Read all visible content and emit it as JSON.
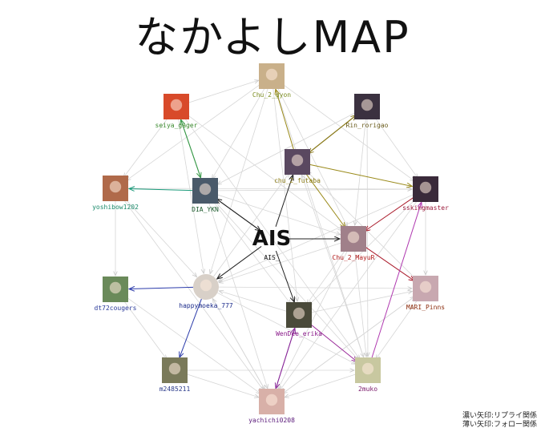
{
  "title": "なかよしMAP",
  "legend": {
    "line1": "濃い矢印:リプライ関係",
    "line2": "薄い矢印:フォロー関係"
  },
  "nodes": [
    {
      "id": "chu2gyon",
      "label": "Chu_2_gyon",
      "color": "#7a8c1e",
      "avatar_color": "#c9b08a"
    },
    {
      "id": "seiya",
      "label": "seiya_gager",
      "color": "#3a8a2e",
      "avatar_color": "#d84a2a"
    },
    {
      "id": "rin",
      "label": "Rin_rorigao",
      "color": "#6a5c1c",
      "avatar_color": "#3b3140"
    },
    {
      "id": "futaba",
      "label": "chu_2_futaba",
      "color": "#8a7a12",
      "avatar_color": "#5a4860"
    },
    {
      "id": "yoshibow",
      "label": "yoshibow1202",
      "color": "#1a8a6a",
      "avatar_color": "#b06a4a"
    },
    {
      "id": "diaykn",
      "label": "DIA_YKN",
      "color": "#1c5a2c",
      "avatar_color": "#4a5a6a"
    },
    {
      "id": "sskings",
      "label": "sskingmaster",
      "color": "#9a1a3a",
      "avatar_color": "#3a2a3a"
    },
    {
      "id": "ais",
      "label": "AIS_",
      "color": "#111111",
      "avatar_color": "#ffffff"
    },
    {
      "id": "mayur",
      "label": "Chu_2_MayuR",
      "color": "#b01818",
      "avatar_color": "#a0808a"
    },
    {
      "id": "dt72",
      "label": "dt72cougers",
      "color": "#2a3a9a",
      "avatar_color": "#6a8a5a"
    },
    {
      "id": "happy",
      "label": "happymoeka_777",
      "color": "#1a2a8a",
      "avatar_color": "#d8d0c8"
    },
    {
      "id": "wendee",
      "label": "WenDee_erika",
      "color": "#8a1a8a",
      "avatar_color": "#4a4a3a"
    },
    {
      "id": "mari",
      "label": "MARI_Pinns",
      "color": "#8a2a0a",
      "avatar_color": "#c8a8b0"
    },
    {
      "id": "m2485",
      "label": "m2485211",
      "color": "#2a3a8a",
      "avatar_color": "#7a7a5a"
    },
    {
      "id": "2muko",
      "label": "2muko",
      "color": "#7a1a6a",
      "avatar_color": "#c8c8a0"
    },
    {
      "id": "yachichi",
      "label": "yachichi0208",
      "color": "#5a1a7a",
      "avatar_color": "#d8b0a8"
    }
  ],
  "reply_edges": [
    {
      "from": "seiya",
      "to": "diaykn",
      "color": "#3a9a4a"
    },
    {
      "from": "diaykn",
      "to": "seiya",
      "color": "#3a9a4a"
    },
    {
      "from": "diaykn",
      "to": "yoshibow",
      "color": "#1a9a7a"
    },
    {
      "from": "futaba",
      "to": "chu2gyon",
      "color": "#9a8a1a"
    },
    {
      "from": "futaba",
      "to": "rin",
      "color": "#8a7a1a"
    },
    {
      "from": "rin",
      "to": "futaba",
      "color": "#8a7a1a"
    },
    {
      "from": "futaba",
      "to": "sskings",
      "color": "#9a8a1a"
    },
    {
      "from": "futaba",
      "to": "mayur",
      "color": "#9a8a1a"
    },
    {
      "from": "ais",
      "to": "diaykn",
      "color": "#222222"
    },
    {
      "from": "ais",
      "to": "futaba",
      "color": "#222222"
    },
    {
      "from": "ais",
      "to": "mayur",
      "color": "#222222"
    },
    {
      "from": "ais",
      "to": "happy",
      "color": "#222222"
    },
    {
      "from": "ais",
      "to": "wendee",
      "color": "#222222"
    },
    {
      "from": "diaykn",
      "to": "ais",
      "color": "#222222"
    },
    {
      "from": "sskings",
      "to": "mayur",
      "color": "#aa1a2a"
    },
    {
      "from": "mayur",
      "to": "mari",
      "color": "#aa1a2a"
    },
    {
      "from": "happy",
      "to": "dt72",
      "color": "#2a3aaa"
    },
    {
      "from": "happy",
      "to": "m2485",
      "color": "#2a3aaa"
    },
    {
      "from": "wendee",
      "to": "2muko",
      "color": "#9a2a9a"
    },
    {
      "from": "wendee",
      "to": "yachichi",
      "color": "#8a2a9a"
    },
    {
      "from": "2muko",
      "to": "sskings",
      "color": "#b03ab0"
    },
    {
      "from": "yachichi",
      "to": "wendee",
      "color": "#8a2a9a"
    }
  ],
  "follow_edges": [
    [
      "seiya",
      "chu2gyon"
    ],
    [
      "seiya",
      "yoshibow"
    ],
    [
      "seiya",
      "happy"
    ],
    [
      "seiya",
      "mayur"
    ],
    [
      "seiya",
      "2muko"
    ],
    [
      "rin",
      "diaykn"
    ],
    [
      "rin",
      "sskings"
    ],
    [
      "rin",
      "2muko"
    ],
    [
      "rin",
      "mayur"
    ],
    [
      "chu2gyon",
      "mayur"
    ],
    [
      "chu2gyon",
      "sskings"
    ],
    [
      "chu2gyon",
      "wendee"
    ],
    [
      "chu2gyon",
      "happy"
    ],
    [
      "chu2gyon",
      "diaykn"
    ],
    [
      "chu2gyon",
      "yoshibow"
    ],
    [
      "chu2gyon",
      "2muko"
    ],
    [
      "yoshibow",
      "happy"
    ],
    [
      "yoshibow",
      "yachichi"
    ],
    [
      "yoshibow",
      "dt72"
    ],
    [
      "yoshibow",
      "sskings"
    ],
    [
      "diaykn",
      "mayur"
    ],
    [
      "diaykn",
      "sskings"
    ],
    [
      "diaykn",
      "yachichi"
    ],
    [
      "diaykn",
      "2muko"
    ],
    [
      "diaykn",
      "wendee"
    ],
    [
      "sskings",
      "mari"
    ],
    [
      "sskings",
      "wendee"
    ],
    [
      "sskings",
      "yachichi"
    ],
    [
      "sskings",
      "happy"
    ],
    [
      "mayur",
      "happy"
    ],
    [
      "mayur",
      "2muko"
    ],
    [
      "mayur",
      "yachichi"
    ],
    [
      "mayur",
      "wendee"
    ],
    [
      "happy",
      "yachichi"
    ],
    [
      "happy",
      "2muko"
    ],
    [
      "happy",
      "mari"
    ],
    [
      "happy",
      "futaba"
    ],
    [
      "wendee",
      "mari"
    ],
    [
      "wendee",
      "happy"
    ],
    [
      "mari",
      "2muko"
    ],
    [
      "mari",
      "yachichi"
    ],
    [
      "mari",
      "futaba"
    ],
    [
      "dt72",
      "m2485"
    ],
    [
      "dt72",
      "yachichi"
    ],
    [
      "m2485",
      "yachichi"
    ],
    [
      "m2485",
      "2muko"
    ],
    [
      "2muko",
      "yachichi"
    ],
    [
      "2muko",
      "futaba"
    ],
    [
      "yachichi",
      "happy"
    ],
    [
      "yachichi",
      "mari"
    ]
  ]
}
